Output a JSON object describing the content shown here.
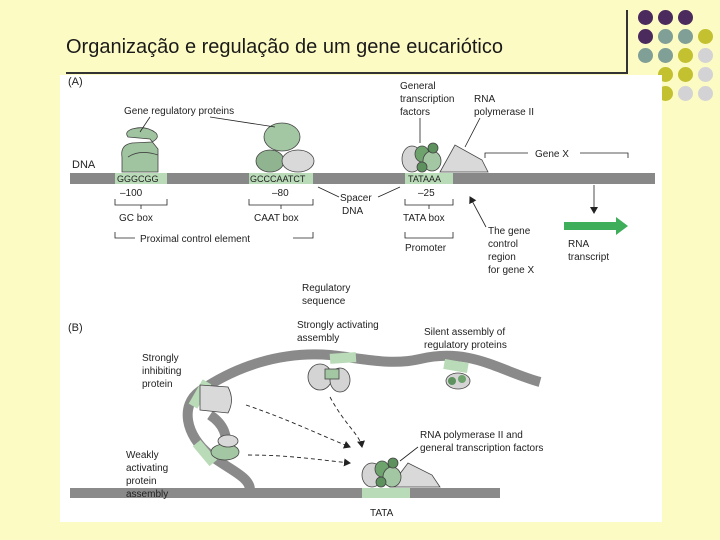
{
  "slide": {
    "title": "Organização e regulação de um gene eucariótico",
    "dot_colors": {
      "purple": "#4b2a5e",
      "teal": "#7f9f97",
      "olive": "#c3c12f",
      "grey": "#d3d3d6"
    }
  },
  "figure": {
    "panel_a": {
      "label": "(A)",
      "dna": "DNA",
      "gene_regulatory_proteins": "Gene regulatory proteins",
      "general_tf_line1": "General",
      "general_tf_line2": "transcription",
      "general_tf_line3": "factors",
      "rna_pol_line1": "RNA",
      "rna_pol_line2": "polymerase II",
      "gene_x": "Gene X",
      "seq_gc": "GGGCGG",
      "seq_caat": "GCCCAATCT",
      "seq_tata": "TATAAA",
      "pos_100": "–100",
      "pos_80": "–80",
      "pos_25": "–25",
      "spacer_line1": "Spacer",
      "spacer_line2": "DNA",
      "gc_box": "GC box",
      "caat_box": "CAAT box",
      "tata_box": "TATA box",
      "proximal": "Proximal control element",
      "promoter": "Promoter",
      "control_line1": "The gene",
      "control_line2": "control",
      "control_line3": "region",
      "control_line4": "for gene X",
      "rna_line1": "RNA",
      "rna_line2": "transcript"
    },
    "panel_b": {
      "label": "(B)",
      "regulatory_line1": "Regulatory",
      "regulatory_line2": "sequence",
      "strong_act_line1": "Strongly activating",
      "strong_act_line2": "assembly",
      "silent_line1": "Silent assembly of",
      "silent_line2": "regulatory proteins",
      "inhib_line1": "Strongly",
      "inhib_line2": "inhibiting",
      "inhib_line3": "protein",
      "weak_line1": "Weakly",
      "weak_line2": "activating",
      "weak_line3": "protein",
      "weak_line4": "assembly",
      "rnapol_line1": "RNA polymerase II and",
      "rnapol_line2": "general transcription factors",
      "tata": "TATA"
    }
  }
}
